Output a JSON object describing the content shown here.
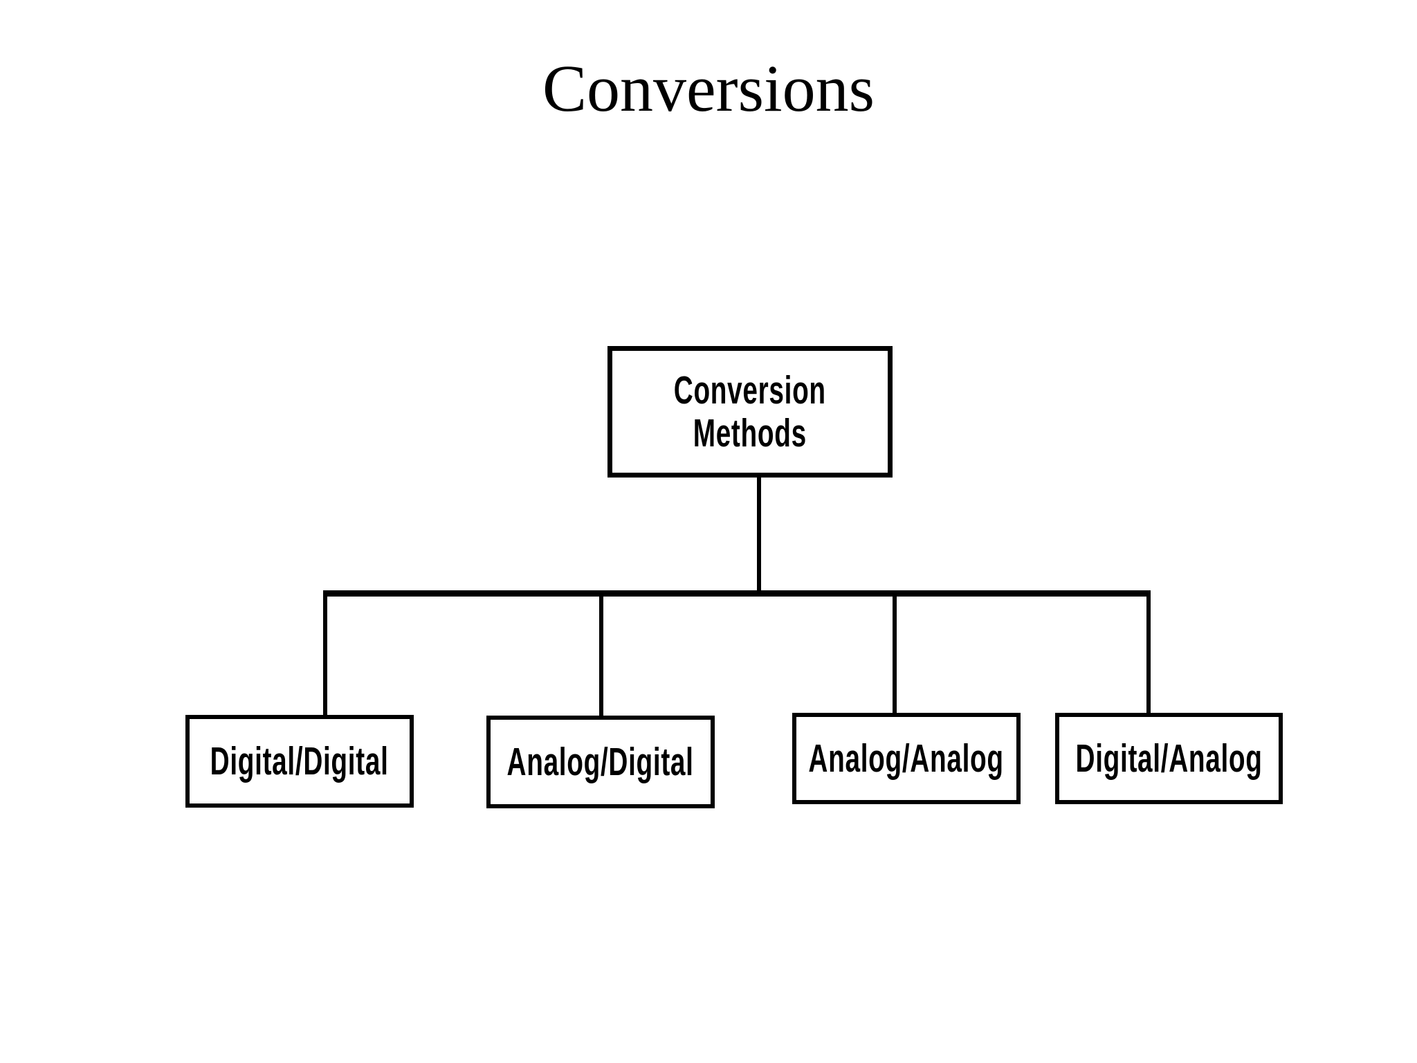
{
  "title": "Conversions",
  "diagram": {
    "root": {
      "label_line1": "Conversion",
      "label_line2": "Methods"
    },
    "children": [
      {
        "label": "Digital/Digital"
      },
      {
        "label": "Analog/Digital"
      },
      {
        "label": "Analog/Analog"
      },
      {
        "label": "Digital/Analog"
      }
    ],
    "colors": {
      "line": "#000000",
      "text": "#000000",
      "background": "#ffffff"
    }
  }
}
